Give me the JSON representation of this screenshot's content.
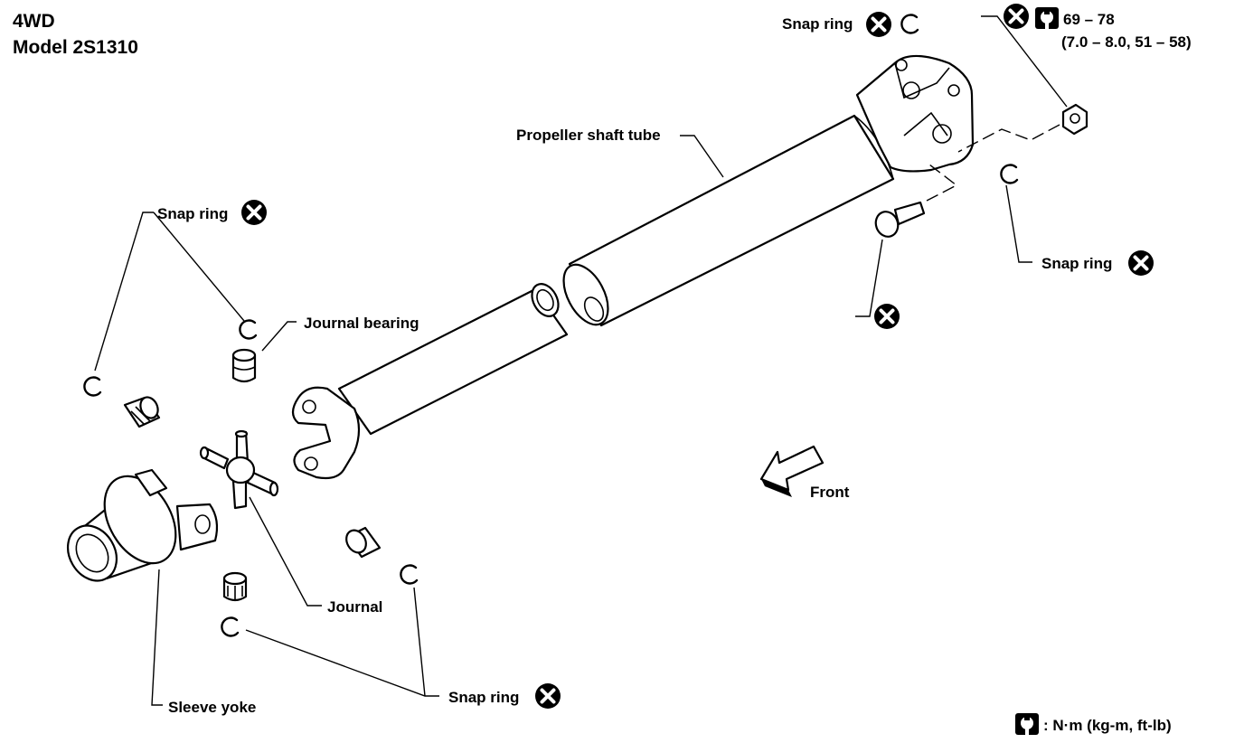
{
  "title": {
    "line1": "4WD",
    "line2": "Model 2S1310"
  },
  "labels": {
    "snap_ring": "Snap ring",
    "propeller_shaft_tube": "Propeller shaft tube",
    "journal_bearing": "Journal bearing",
    "journal": "Journal",
    "sleeve_yoke": "Sleeve yoke",
    "front": "Front"
  },
  "torque": {
    "value": "69 – 78",
    "conversion": "(7.0 – 8.0, 51 – 58)"
  },
  "legend": {
    "unit_text": ": N·m (kg-m, ft-lb)"
  },
  "icons": {
    "non_reusable": "x-circle-icon",
    "torque": "torque-wrench-icon",
    "direction": "front-arrow-icon"
  }
}
